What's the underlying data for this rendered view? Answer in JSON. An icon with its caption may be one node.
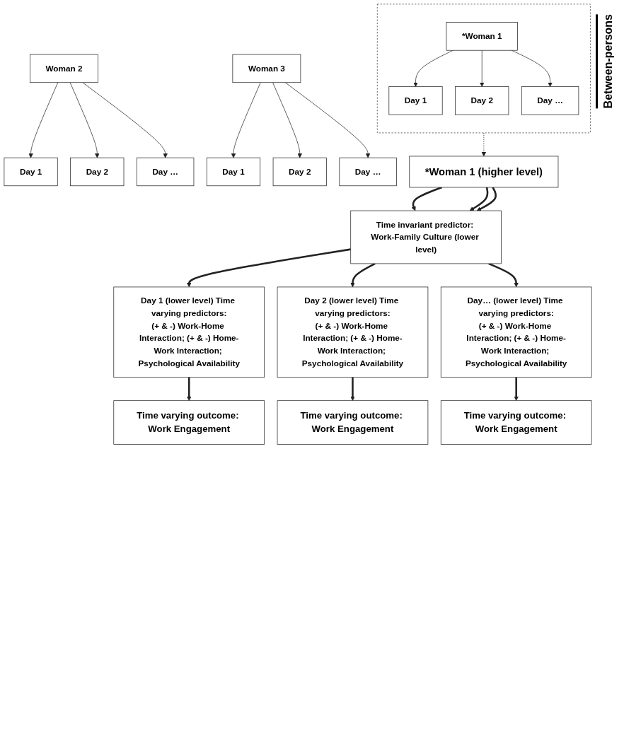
{
  "diagram": {
    "nodes": [
      {
        "text": [],
        "shape": "box"
      },
      {
        "text": [
          "*Woman 1"
        ],
        "in": 0
      },
      {
        "text": [
          "Day 1"
        ],
        "in": 0
      },
      {
        "text": [
          "Day 2"
        ],
        "in": 0
      },
      {
        "text": [
          "Day …"
        ],
        "in": 0
      },
      {
        "text": [
          "Woman 2"
        ]
      },
      {
        "text": [
          "Day 1"
        ]
      },
      {
        "text": [
          "Day 2"
        ]
      },
      {
        "text": [
          "Day …"
        ]
      },
      {
        "text": [
          "Woman 3"
        ]
      },
      {
        "text": [
          "Day 1"
        ]
      },
      {
        "text": [
          "Day 2"
        ]
      },
      {
        "text": [
          "Day …"
        ]
      },
      {
        "text": [
          "*Woman 1 (higher level)"
        ]
      },
      {
        "text": [
          "Time invariant predictor: Work-Family Culture (lower level)"
        ]
      },
      {
        "text": [
          "Day 1 (lower level) Time varying predictors:",
          "(+ & -) Work-Home Interaction; (+ & -) Home-Work Interaction; Psychological Availability"
        ]
      },
      {
        "text": [
          "Day 2 (lower level) Time varying predictors:",
          "(+ & -) Work-Home Interaction; (+ & -) Home-Work Interaction; Psychological Availability"
        ]
      },
      {
        "text": [
          "Day… (lower level) Time varying predictors:",
          "(+ & -) Work-Home Interaction; (+ & -) Home-Work Interaction; Psychological Availability"
        ]
      },
      {
        "text": [
          "Time varying outcome: Work Engagement"
        ]
      },
      {
        "text": [
          "Time varying outcome: Work Engagement"
        ]
      },
      {
        "text": [
          "Time varying outcome: Work Engagement"
        ]
      }
    ],
    "edges": [
      {
        "from": 1,
        "to": 2,
        "arrow": "to"
      },
      {
        "from": 1,
        "to": 3,
        "arrow": "to"
      },
      {
        "from": 1,
        "to": 4,
        "arrow": "to"
      },
      {
        "from": 5,
        "to": 6,
        "arrow": "to"
      },
      {
        "from": 5,
        "to": 7,
        "arrow": "to"
      },
      {
        "from": 5,
        "to": 8,
        "arrow": "to"
      },
      {
        "from": 9,
        "to": 10,
        "arrow": "to"
      },
      {
        "from": 9,
        "to": 11,
        "arrow": "to"
      },
      {
        "from": 9,
        "to": 12,
        "arrow": "to"
      },
      {
        "from": 0,
        "to": 13,
        "arrow": "to",
        "style": "dashed"
      },
      {
        "from": 13,
        "to": 14,
        "arrow": "to",
        "style": "thick"
      },
      {
        "from": 13,
        "to": 14,
        "arrow": "to",
        "style": "thick"
      },
      {
        "from": 13,
        "to": 14,
        "arrow": "to",
        "style": "thick"
      },
      {
        "from": 14,
        "to": 15,
        "arrow": "to",
        "style": "thick"
      },
      {
        "from": 14,
        "to": 16,
        "arrow": "to",
        "style": "thick"
      },
      {
        "from": 14,
        "to": 17,
        "arrow": "to",
        "style": "thick"
      },
      {
        "from": 15,
        "to": 18,
        "arrow": "to",
        "style": "thick"
      },
      {
        "from": 16,
        "to": 19,
        "arrow": "to",
        "style": "thick"
      },
      {
        "from": 17,
        "to": 20,
        "arrow": "to",
        "style": "thick"
      }
    ],
    "labels": [
      "Between-persons"
    ]
  }
}
